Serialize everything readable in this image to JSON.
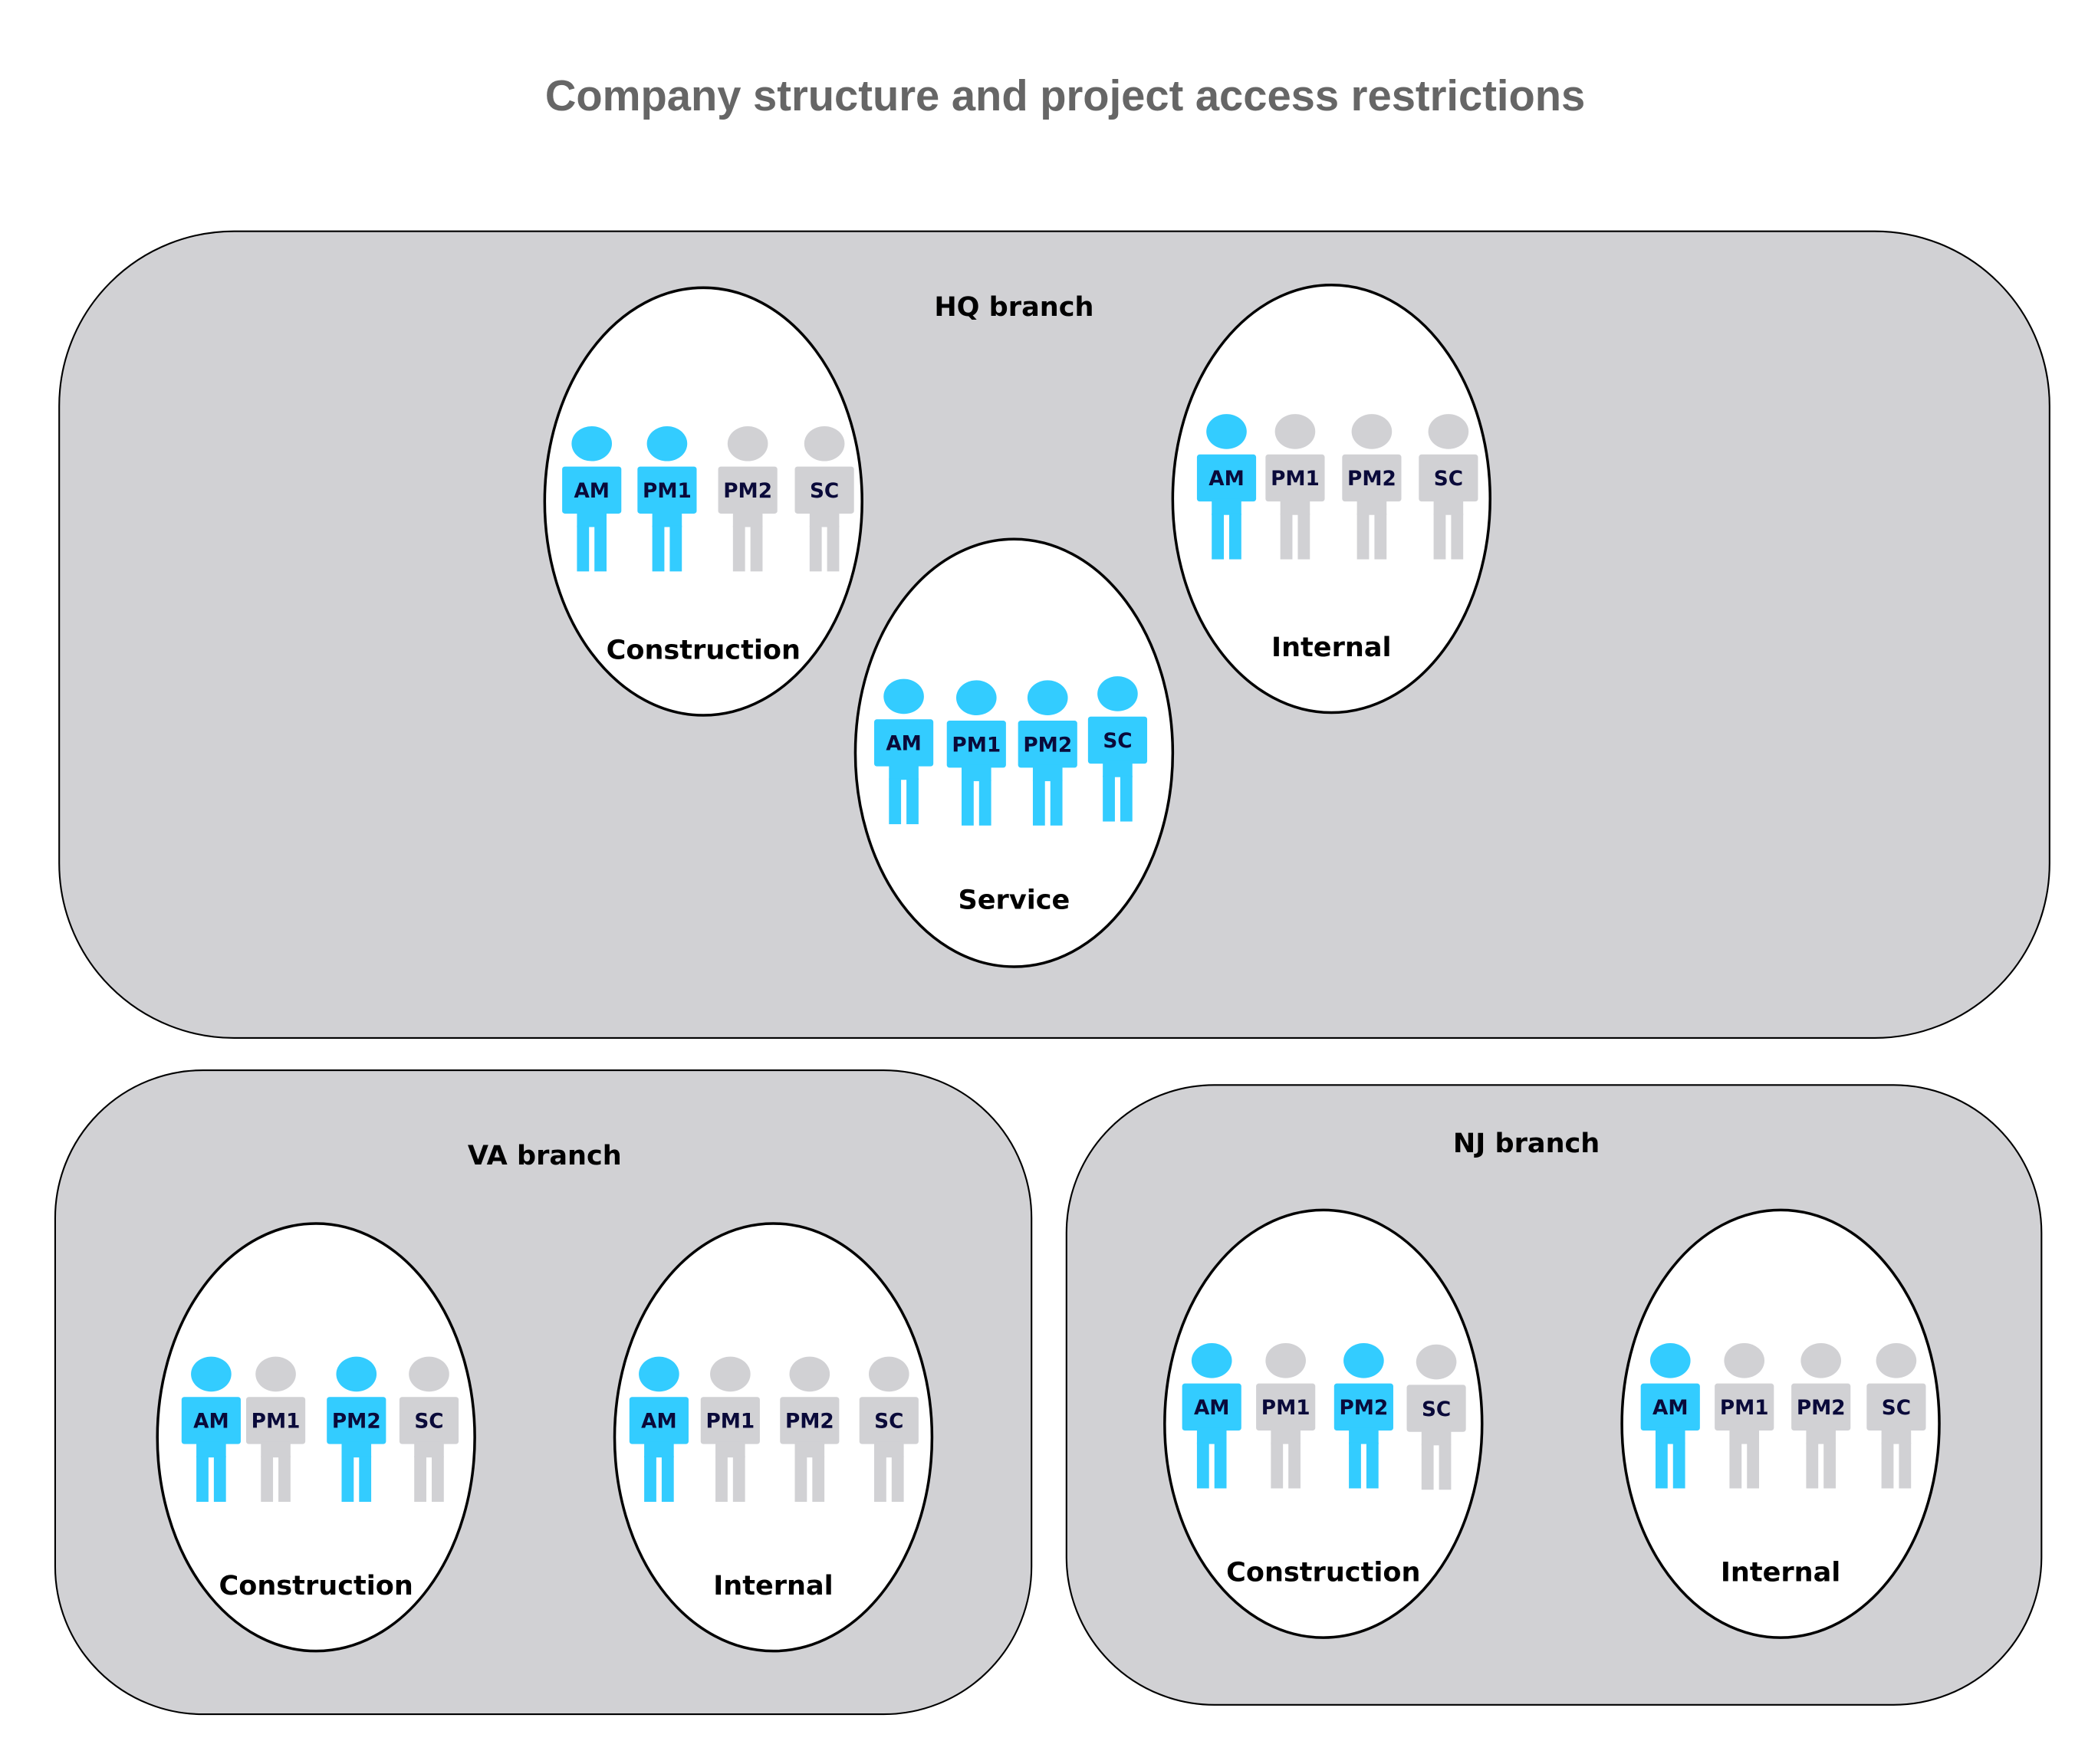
{
  "title": "Company structure and project access restrictions",
  "colors": {
    "access": "#33ccff",
    "no_access": "#d1d1d4",
    "branch_bg": "#d1d1d4",
    "label": "#0a0a3a"
  },
  "branches": [
    {
      "name": "HQ branch",
      "groups": [
        {
          "name": "Construction",
          "members": [
            {
              "label": "AM",
              "access": true
            },
            {
              "label": "PM1",
              "access": true
            },
            {
              "label": "PM2",
              "access": false
            },
            {
              "label": "SC",
              "access": false
            }
          ]
        },
        {
          "name": "Internal",
          "members": [
            {
              "label": "AM",
              "access": true
            },
            {
              "label": "PM1",
              "access": false
            },
            {
              "label": "PM2",
              "access": false
            },
            {
              "label": "SC",
              "access": false
            }
          ]
        },
        {
          "name": "Service",
          "members": [
            {
              "label": "AM",
              "access": true
            },
            {
              "label": "PM1",
              "access": true
            },
            {
              "label": "PM2",
              "access": true
            },
            {
              "label": "SC",
              "access": true
            }
          ]
        }
      ]
    },
    {
      "name": "VA branch",
      "groups": [
        {
          "name": "Construction",
          "members": [
            {
              "label": "AM",
              "access": true
            },
            {
              "label": "PM1",
              "access": false
            },
            {
              "label": "PM2",
              "access": true
            },
            {
              "label": "SC",
              "access": false
            }
          ]
        },
        {
          "name": "Internal",
          "members": [
            {
              "label": "AM",
              "access": true
            },
            {
              "label": "PM1",
              "access": false
            },
            {
              "label": "PM2",
              "access": false
            },
            {
              "label": "SC",
              "access": false
            }
          ]
        }
      ]
    },
    {
      "name": "NJ branch",
      "groups": [
        {
          "name": "Construction",
          "members": [
            {
              "label": "AM",
              "access": true
            },
            {
              "label": "PM1",
              "access": false
            },
            {
              "label": "PM2",
              "access": true
            },
            {
              "label": "SC",
              "access": false
            }
          ]
        },
        {
          "name": "Internal",
          "members": [
            {
              "label": "AM",
              "access": true
            },
            {
              "label": "PM1",
              "access": false
            },
            {
              "label": "PM2",
              "access": false
            },
            {
              "label": "SC",
              "access": false
            }
          ]
        }
      ]
    }
  ]
}
